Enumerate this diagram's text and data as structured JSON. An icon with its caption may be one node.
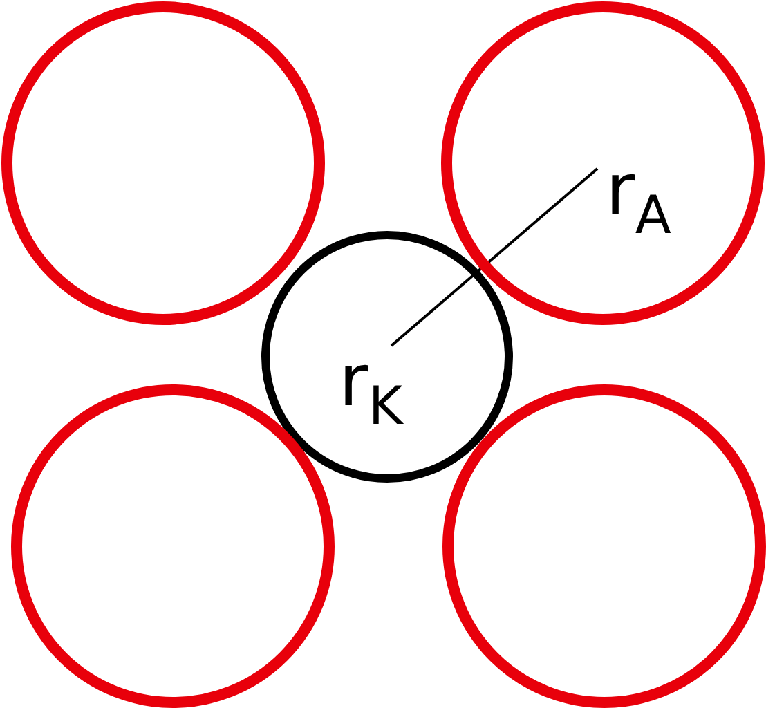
{
  "diagram": {
    "nodes": [
      {
        "text": [],
        "shape": "circle"
      },
      {
        "text": [
          "r$_{A}$"
        ]
      },
      {
        "text": [
          "r$_{K}$"
        ]
      },
      {
        "text": [],
        "shape": "circle"
      },
      {
        "text": [],
        "shape": "circle"
      }
    ]
  }
}
